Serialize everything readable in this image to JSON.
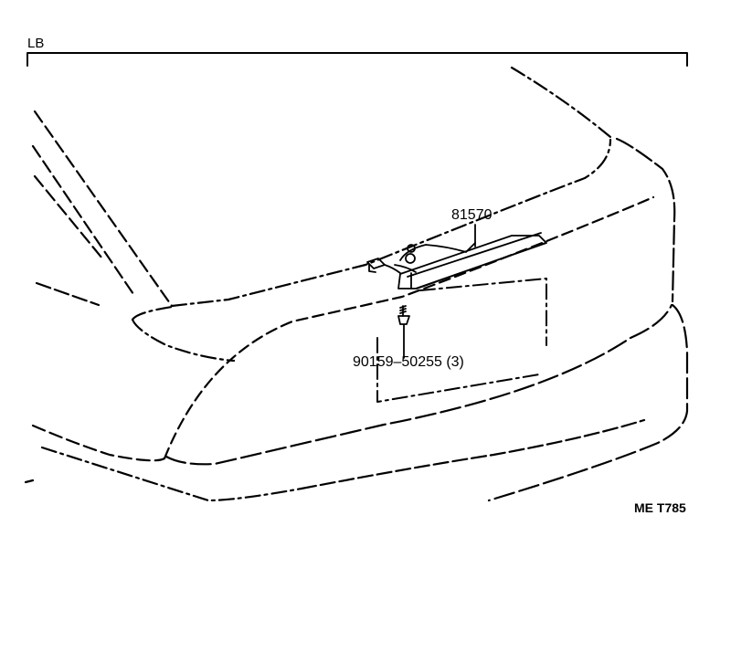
{
  "diagram": {
    "variant_label": "LB",
    "figure_code": "ME T785",
    "parts": [
      {
        "number": "81570"
      },
      {
        "number": "90159‒50255 (3)"
      }
    ]
  },
  "colors": {
    "ink": "#000000",
    "background": "#ffffff"
  }
}
